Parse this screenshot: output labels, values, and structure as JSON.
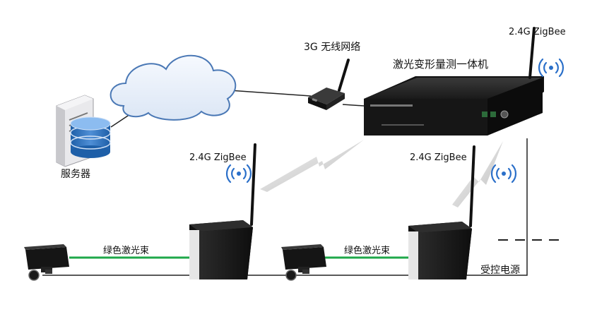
{
  "labels": {
    "network_3g": "3G 无线网络",
    "device_name": "激光变形量测一体机",
    "zigbee_top": "2.4G ZigBee",
    "zigbee_left": "2.4G ZigBee",
    "zigbee_mid": "2.4G ZigBee",
    "server": "服务器",
    "laser_left": "绿色激光束",
    "laser_right": "绿色激光束",
    "power": "受控电源"
  },
  "icons": [
    "cloud-icon",
    "server-icon",
    "router-icon",
    "rack-device-icon",
    "antenna-icon",
    "wifi-signal-icon",
    "lightning-link-icon",
    "laser-emitter-icon",
    "receiver-box-icon"
  ],
  "colors": {
    "laser": "#1fa84a",
    "signal": "#2a6fc9",
    "cloud_stroke": "#4a78b5",
    "cloud_fill": "#e8eff9",
    "device_dark": "#1b1b1b"
  }
}
